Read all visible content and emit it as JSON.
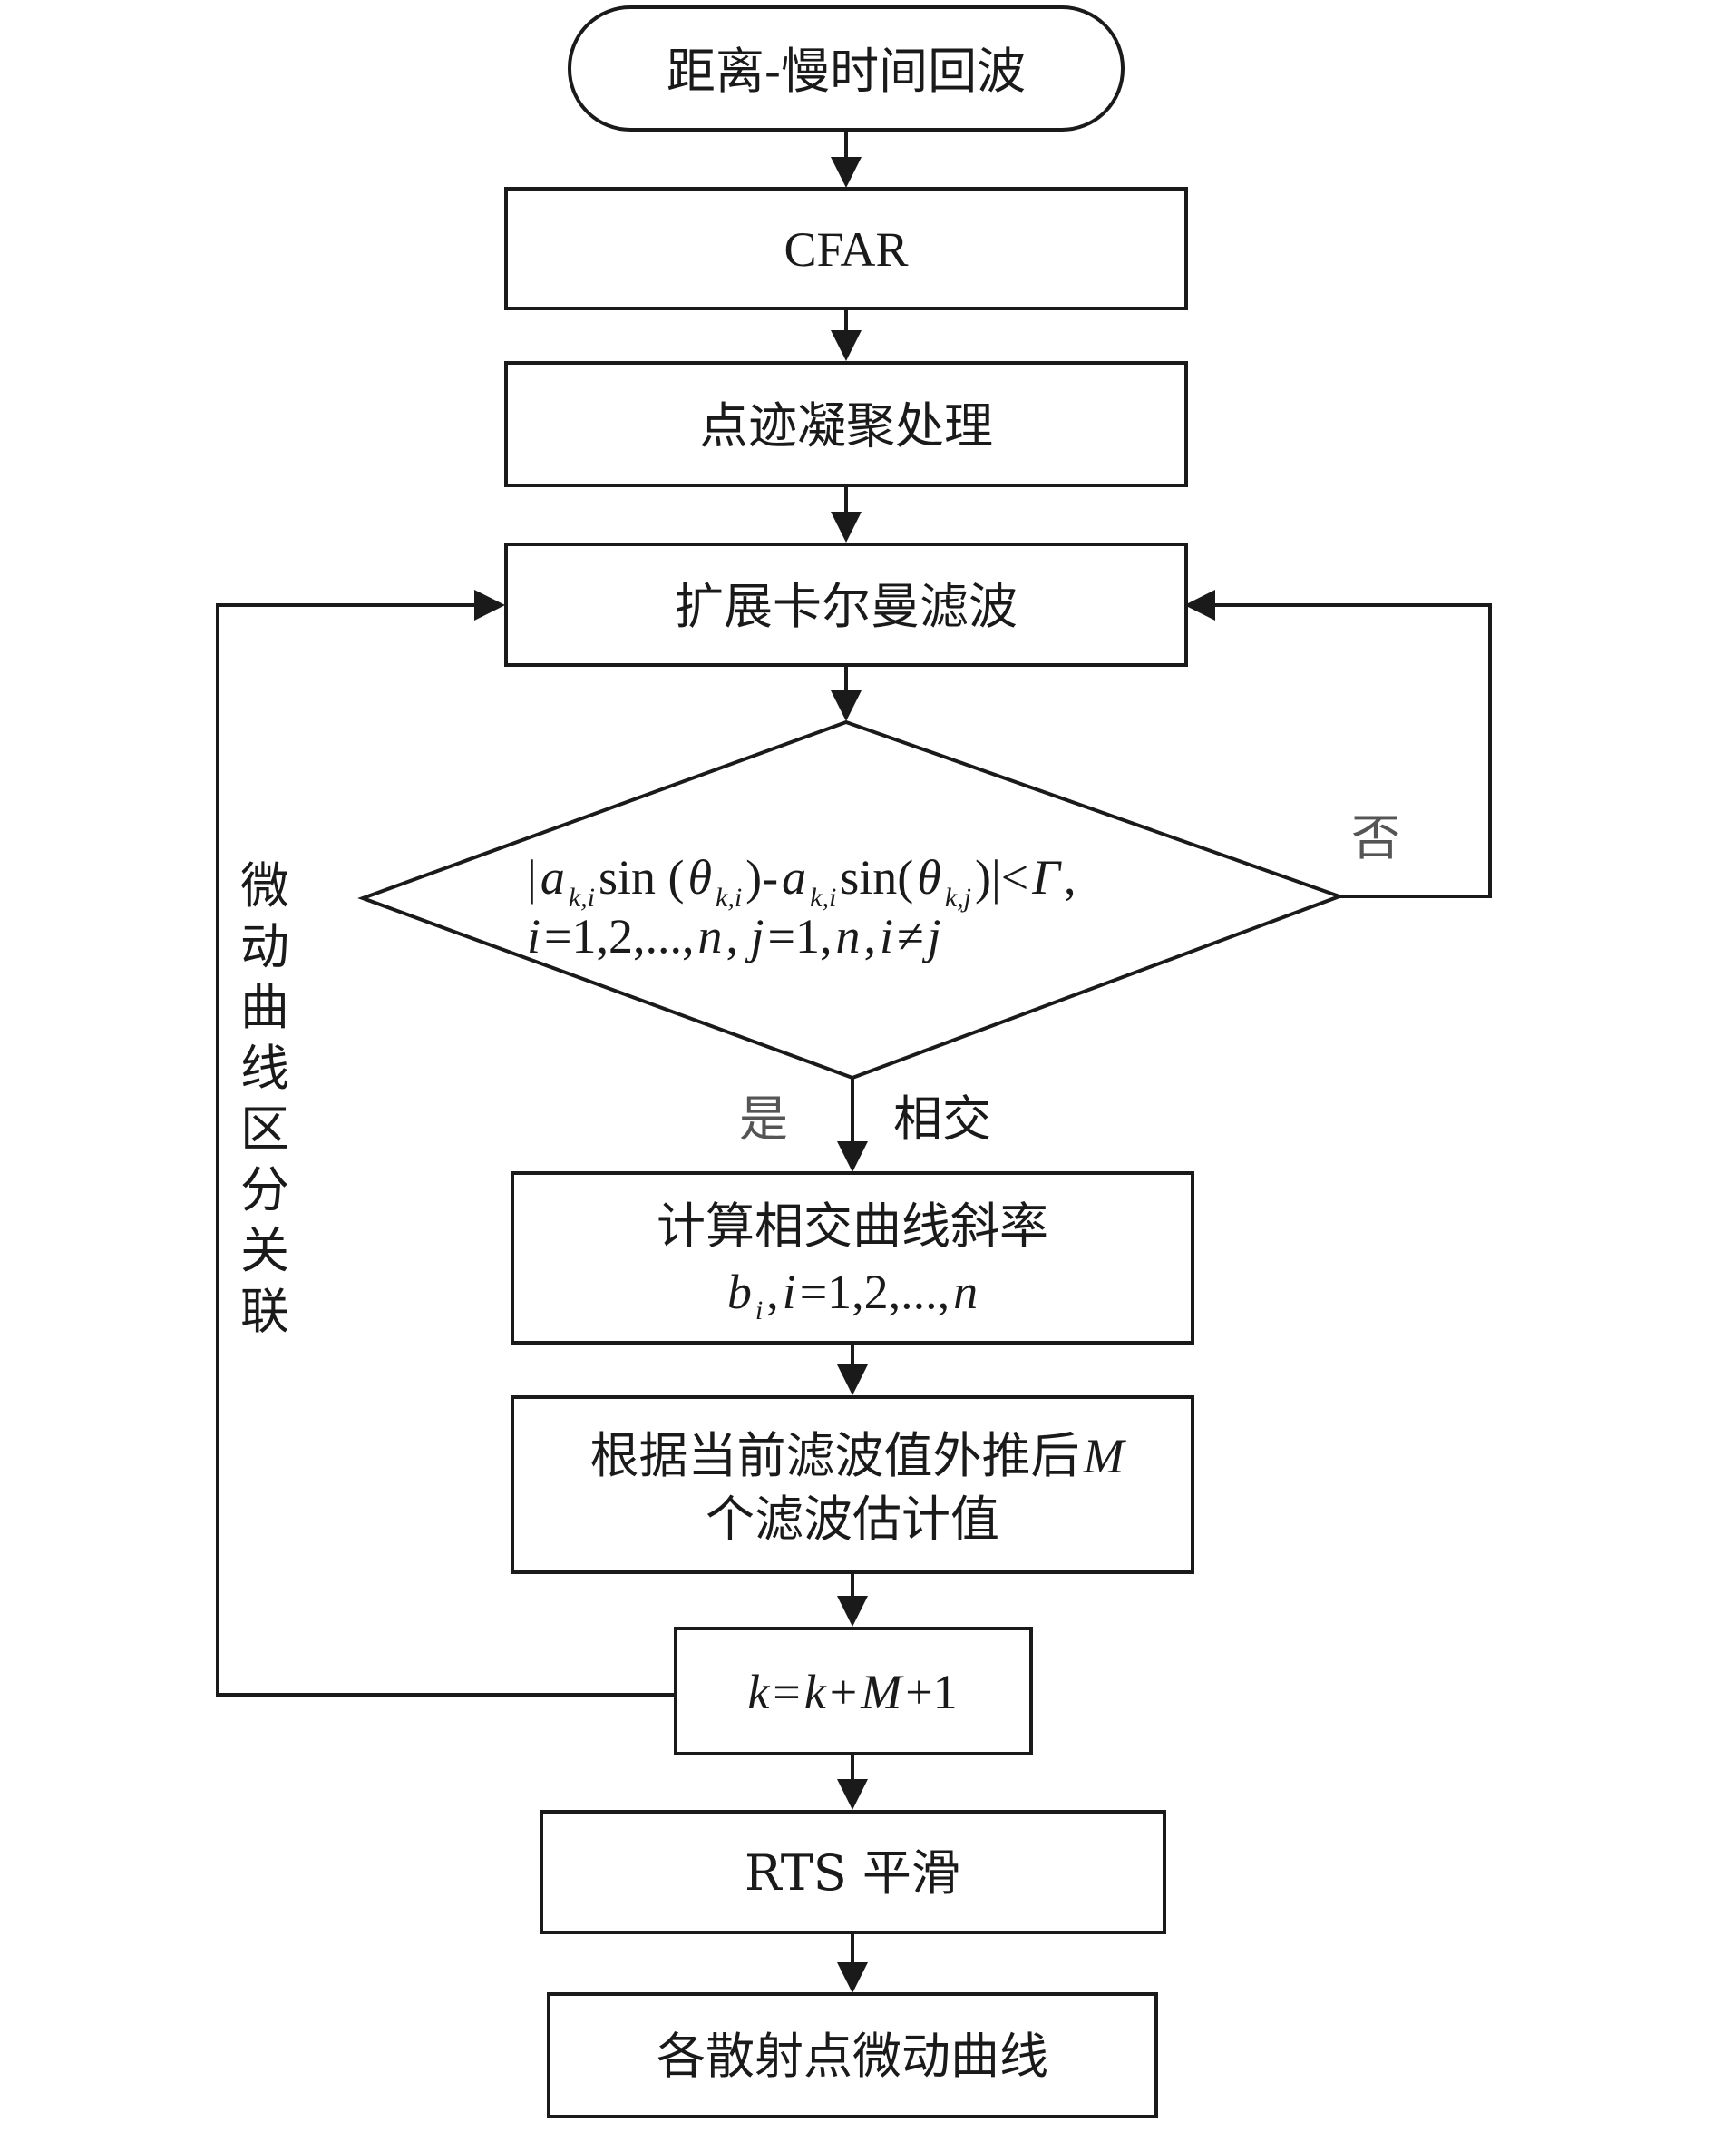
{
  "nodes": {
    "start": "距离-慢时间回波",
    "cfar": "CFAR",
    "clustering": "点迹凝聚处理",
    "ekf": "扩展卡尔曼滤波",
    "decision": {
      "line1": {
        "bar_open": "|",
        "a1": "a",
        "a1_sub": "k,i",
        "sin1": " sin (",
        "theta1": "θ",
        "theta1_sub": "k,i",
        "mid": ")-",
        "a2": "a",
        "a2_sub": "k,i",
        "sin2": " sin(",
        "theta2": "θ",
        "theta2_sub": "k,j",
        "close": ")|<",
        "gamma": "Γ",
        "comma": ","
      },
      "line2": {
        "i": "i",
        "i_vals": "=1,2,...,",
        "n": "n",
        "sep": ", ",
        "j": "j",
        "j_vals": " =1,",
        "n2": "n",
        "comma": ",",
        "i2": "i",
        "neq": "≠",
        "j2": "j"
      }
    },
    "slope": {
      "line1": "计算相交曲线斜率",
      "b": "b",
      "b_sub": "i",
      "comma": ",",
      "i": "i",
      "vals": "=1,2,...,",
      "n": "n"
    },
    "extrapolate": {
      "line1_text": "根据当前滤波值外推后",
      "line1_M": "M",
      "line2": "个滤波估计值"
    },
    "update": {
      "k": "k",
      "eq": "=",
      "k2": "k",
      "plus1": "+",
      "M": "M",
      "plus2": "+1"
    },
    "rts": "RTS 平滑",
    "end": "各散射点微动曲线"
  },
  "edge_labels": {
    "no": "否",
    "yes": "是",
    "intersect": "相交",
    "left_loop": [
      "微",
      "动",
      "曲",
      "线",
      "区",
      "分",
      "关",
      "联"
    ]
  }
}
